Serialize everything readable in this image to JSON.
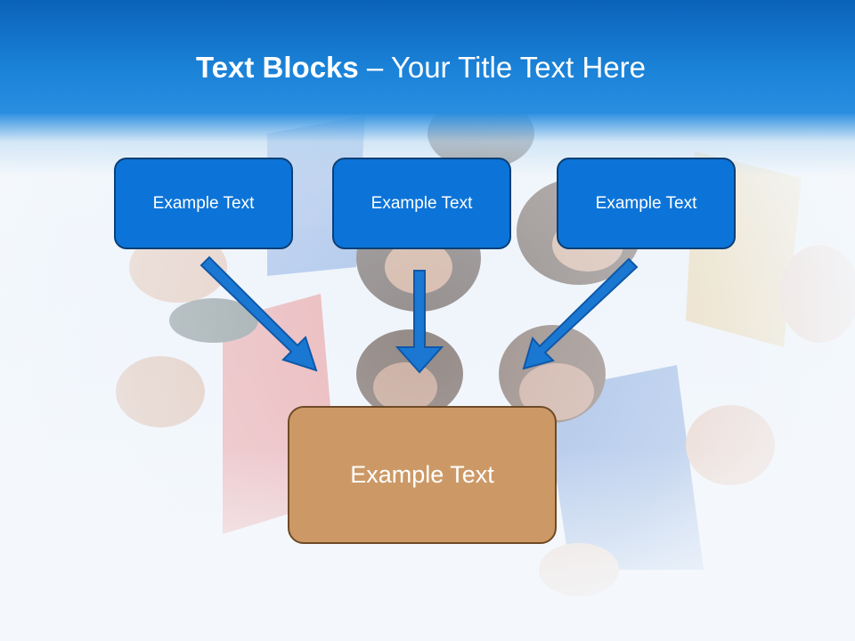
{
  "title": {
    "bold": "Text Blocks",
    "separator": " – ",
    "rest": "Your Title Text Here"
  },
  "blocks": {
    "left": "Example Text",
    "center": "Example Text",
    "right": "Example Text",
    "result": "Example Text"
  },
  "colors": {
    "header": "#1a82d8",
    "block_fill": "#0c74d8",
    "block_border": "#0d3f74",
    "arrow": "#1a78d2",
    "result_fill": "#cc9966",
    "result_border": "#6e4a26"
  }
}
